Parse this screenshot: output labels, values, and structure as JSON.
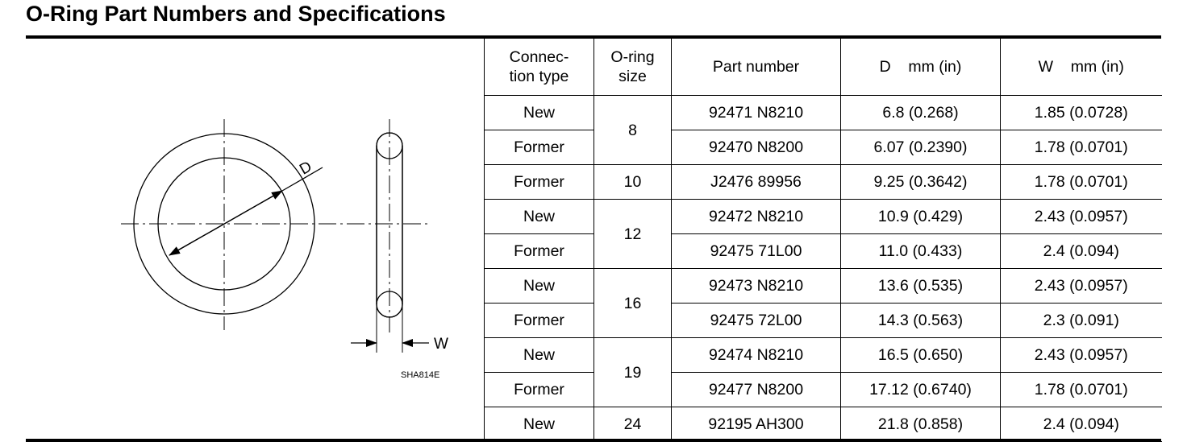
{
  "title": "O-Ring Part Numbers and Specifications",
  "figure": {
    "label_d": "D",
    "label_w": "W",
    "code": "SHA814E"
  },
  "table": {
    "headers": {
      "connection_line1": "Connec-",
      "connection_line2": "tion type",
      "size_line1": "O-ring",
      "size_line2": "size",
      "part_number": "Part number",
      "d": "D    mm (in)",
      "w": "W    mm (in)"
    },
    "sizes": [
      "8",
      "10",
      "12",
      "16",
      "19",
      "24"
    ],
    "rows": [
      {
        "type": "New",
        "part": "92471 N8210",
        "d": "6.8 (0.268)",
        "w": "1.85 (0.0728)"
      },
      {
        "type": "Former",
        "part": "92470 N8200",
        "d": "6.07 (0.2390)",
        "w": "1.78 (0.0701)"
      },
      {
        "type": "Former",
        "part": "J2476 89956",
        "d": "9.25 (0.3642)",
        "w": "1.78 (0.0701)"
      },
      {
        "type": "New",
        "part": "92472 N8210",
        "d": "10.9 (0.429)",
        "w": "2.43 (0.0957)"
      },
      {
        "type": "Former",
        "part": "92475 71L00",
        "d": "11.0 (0.433)",
        "w": "2.4 (0.094)"
      },
      {
        "type": "New",
        "part": "92473 N8210",
        "d": "13.6 (0.535)",
        "w": "2.43 (0.0957)"
      },
      {
        "type": "Former",
        "part": "92475 72L00",
        "d": "14.3 (0.563)",
        "w": "2.3 (0.091)"
      },
      {
        "type": "New",
        "part": "92474 N8210",
        "d": "16.5 (0.650)",
        "w": "2.43 (0.0957)"
      },
      {
        "type": "Former",
        "part": "92477 N8200",
        "d": "17.12 (0.6740)",
        "w": "1.78 (0.0701)"
      },
      {
        "type": "New",
        "part": "92195 AH300",
        "d": "21.8 (0.858)",
        "w": "2.4 (0.094)"
      }
    ]
  }
}
